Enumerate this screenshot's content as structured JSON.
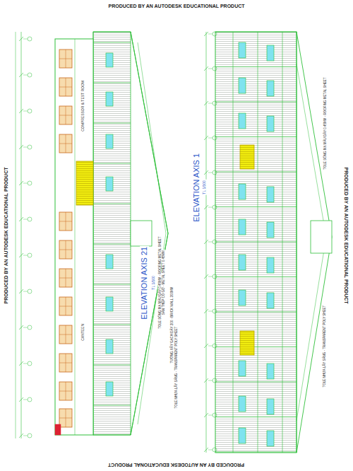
{
  "diagram": {
    "labels": [
      "PRODUCED BY AN AUTODESK EDUCATIONAL PRODUCT",
      "PRODUCED BY AN AUTODESK EDUCATIONAL PRODUCT",
      "PRODUCED BY AN AUTODESK EDUCATIONAL PRODUCT",
      "PRODUCED BY AN AUTODESK EDUCATIONAL PRODUCT",
      "ELEVATION AXIS 21",
      "TL 1/100",
      "ELEVATION AXIS 1",
      "TL 1/100",
      "CANTEEN",
      "COMPRESSOR & TEST ROOM",
      "TOLE SÓNG MẠ MÀU DÀY 0.45MM - ROOFING METAL SHEET",
      "SÀN THÉP CÓ GỜ - METAL SHEET 0.45MM",
      "TƯỜNG XÂY GẠCH DÀY 200 - BRICK WALL 200MM",
      "TOLE NHỰA LẤY SÁNG - TRANSPARENT POLY SHEET",
      "TOLE SÓNG MẠ MÀU DÀY 0.45MM - ROOFING METAL SHEET",
      "TOLE NHỰA LẤY SÁNG - TRANSPARENT POLY SHEET"
    ]
  }
}
